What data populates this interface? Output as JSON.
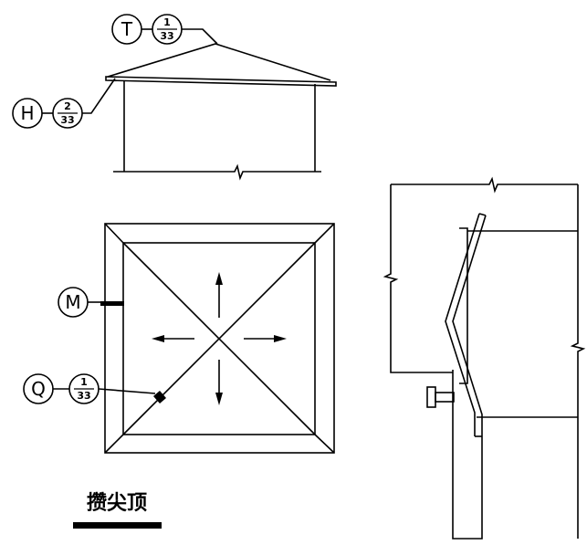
{
  "title": "攒尖顶",
  "callouts": {
    "T": {
      "letter": "T",
      "num": "1",
      "den": "33"
    },
    "H": {
      "letter": "H",
      "num": "2",
      "den": "33"
    },
    "M": {
      "letter": "M"
    },
    "Q": {
      "letter": "Q",
      "num": "1",
      "den": "33"
    }
  }
}
